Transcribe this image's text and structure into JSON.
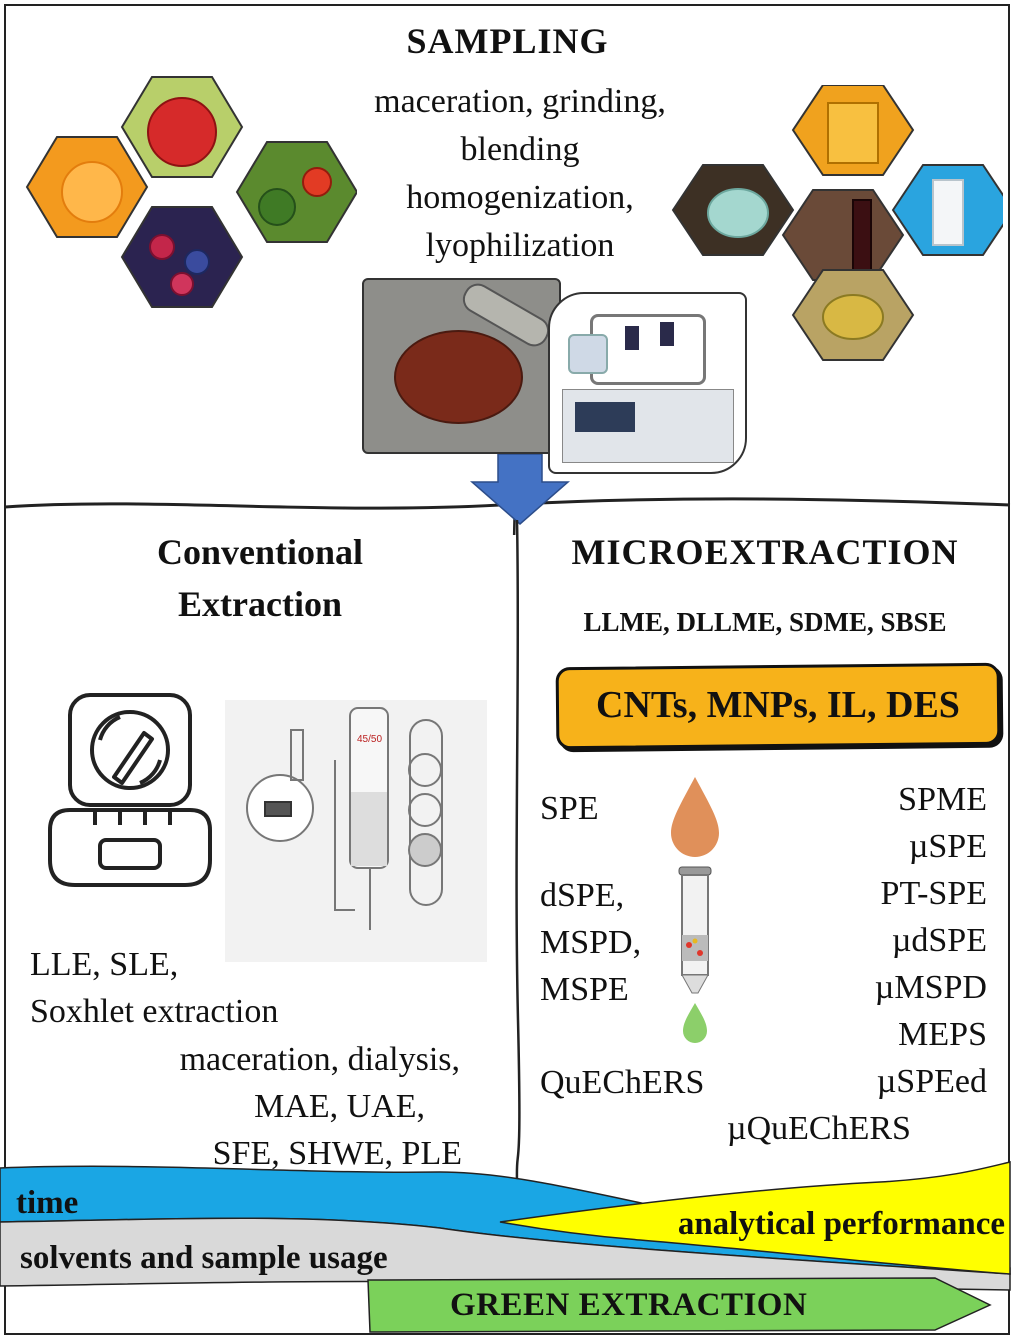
{
  "sampling": {
    "title": "SAMPLING",
    "steps": [
      "maceration, grinding,",
      "blending",
      "homogenization,",
      "lyophilization"
    ]
  },
  "conventional": {
    "title": [
      "Conventional",
      "Extraction"
    ],
    "methods": [
      "LLE, SLE,",
      "Soxhlet extraction",
      "maceration, dialysis,",
      "MAE, UAE,",
      "SFE, SHWE, PLE"
    ]
  },
  "microextraction": {
    "title": "MICROEXTRACTION",
    "liquid_methods": "LLME, DLLME, SDME, SBSE",
    "nanomaterials": "CNTs, MNPs, IL, DES",
    "left_methods": [
      "SPE",
      "dSPE,",
      "MSPD,",
      "MSPE",
      "QuEChERS"
    ],
    "right_methods": [
      "SPME",
      "µSPE",
      "PT-SPE",
      "µdSPE",
      "µMSPD",
      "MEPS",
      "µSPEed"
    ],
    "bottom_method": "µQuEChERS"
  },
  "trends": {
    "time": "time",
    "solvents": "solvents and sample usage",
    "performance": "analytical performance",
    "green": "GREEN EXTRACTION"
  },
  "colors": {
    "time_band": "#1aa6e4",
    "solvents_band": "#d9d9d9",
    "performance_band": "#ffff00",
    "green_arrow": "#7bd15a",
    "nano_box": "#f7b21a",
    "down_arrow": "#4472c4"
  },
  "icons": [
    "fruit-photo-collage",
    "beverage-photo-collage",
    "mortar-pestle-photo",
    "freeze-dryer-photo",
    "ultrasonic-bath-icon",
    "soxhlet-apparatus-icon",
    "spe-cartridge-icon"
  ]
}
